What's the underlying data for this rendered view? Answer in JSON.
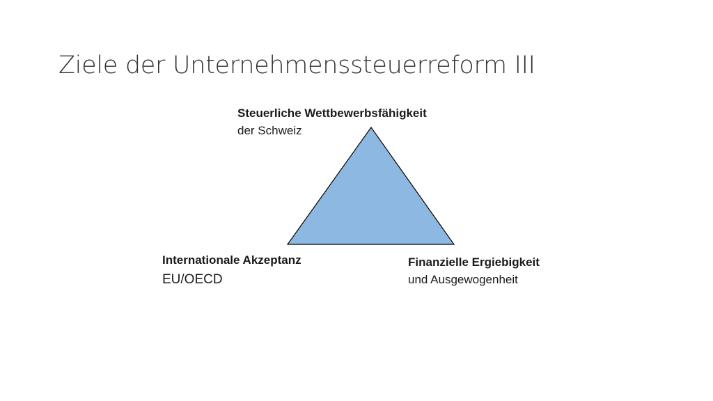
{
  "slide": {
    "title": "Ziele der Unternehmenssteuerreform III"
  },
  "diagram": {
    "triangle_fill": "#8db8e2",
    "triangle_stroke": "#000000",
    "vertices": {
      "top": {
        "heading": "Steuerliche Wettbewerbsfähigkeit",
        "subtext": "der Schweiz"
      },
      "bottom_left": {
        "heading": "Internationale Akzeptanz",
        "subtext": "EU/OECD"
      },
      "bottom_right": {
        "heading": "Finanzielle Ergiebigkeit",
        "subtext": "und Ausgewogenheit"
      }
    }
  }
}
